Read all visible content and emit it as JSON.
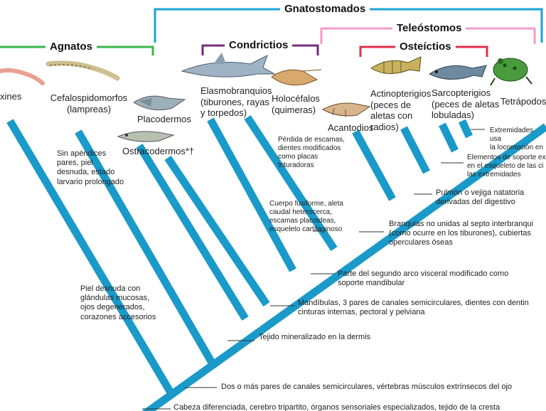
{
  "groups": {
    "gnatostomados": "Gnatostomados",
    "agnatos": "Agnatos",
    "teleostomos": "Teleóstomos",
    "condrictios": "Condrictios",
    "osteictios": "Osteíctios"
  },
  "taxa": {
    "mixines": "xines",
    "cefalospidomorfos": "Cefalospidomorfos\n(lampreas)",
    "placodermos": "Placodermos",
    "ostracodermos": "Ostracodermos*†",
    "elasmobranquios": "Elasmobranquios\n(tiburones, rayas\ny torpedos)",
    "holocefalos": "Holocéfalos\n(quimeras)",
    "acantodios": "Acantodios",
    "actinopterigios": "Actinopterigios\n(peces de\naletas con\nradios)",
    "sarcopterigios": "Sarcopterigios\n(peces de aletas\nlobuladas)",
    "tetrapodos": "Tetrápodos"
  },
  "characters": {
    "sin_apendices": "Sin apéndices\npares, piel\ndesnuda, estado\nlarvario prolongado",
    "piel_desnuda": "Piel desnuda con\nglándulas mucosas,\nojos degenerados,\ncorazones accesorios",
    "perdida_escamas": "Pérdida de escamas,\ndientes modificados\ncomo placas\ntrituradoras",
    "cuerpo_fusiforme": "Cuerpo fusiforme, aleta\ncaudal heterocerca,\nescamas placoideas,\nesqueleto cartilaginoso",
    "extremidades": "Extremidades usa\nla locomoción en",
    "elementos_soporte": "Elementos de soporte ex\nen el esqueleto de las ci\nlas extremidades",
    "pulmon": "Pulmón o vejiga natatoria\nderivadas del digestivo",
    "branquias": "Branquias no unidas al septo interbranqui\n(como ocurre en los tiburones), cubiertas\noperculares óseas",
    "segundo_arco": "Parte del segundo arco visceral modificado como\nsoporte mandibular",
    "mandibulas": "Mandíbulas, 3 pares de canales semicirculares, dientes con dentin\ncinturas internas, pectoral y pelviana",
    "tejido_mineralizado": "Tejido mineralizado en la dermis",
    "dos_o_mas": "Dos o más pares de canales semicirculares, vértebras músculos extrínsecos del ojo",
    "cabeza": "Cabeza diferenciada, cerebro tripartito, órganos sensoriales especializados, tejido de la cresta"
  },
  "colors": {
    "tree": "#1a9ac9",
    "gnatostomados": "#1aa3d4",
    "agnatos": "#3ab54a",
    "teleostomos": "#f09cc8",
    "condrictios": "#7a2a7a",
    "osteictios": "#e0304a"
  },
  "icons": [
    "hagfish-icon",
    "lamprey-icon",
    "placoderm-icon",
    "ostracoderm-icon",
    "shark-icon",
    "chimaera-icon",
    "acanthodian-icon",
    "perch-icon",
    "coelacanth-icon",
    "frog-icon"
  ]
}
